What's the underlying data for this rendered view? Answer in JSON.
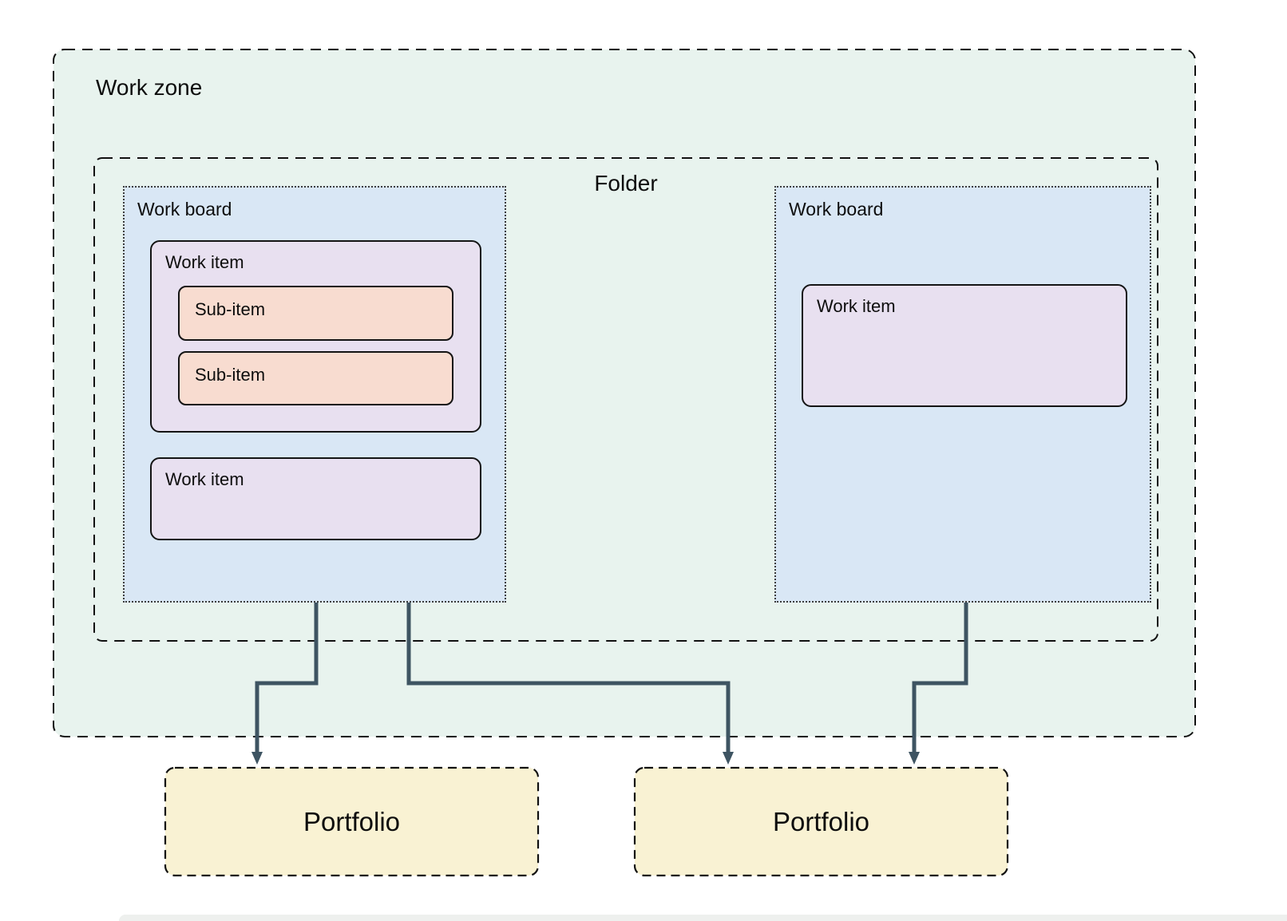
{
  "diagram": {
    "work_zone": {
      "label": "Work zone"
    },
    "folder": {
      "label": "Folder"
    },
    "boards": [
      {
        "label": "Work board",
        "items": [
          {
            "label": "Work item",
            "sub_items": [
              {
                "label": "Sub-item"
              },
              {
                "label": "Sub-item"
              }
            ]
          },
          {
            "label": "Work item",
            "sub_items": []
          }
        ]
      },
      {
        "label": "Work board",
        "items": [
          {
            "label": "Work item",
            "sub_items": []
          }
        ]
      }
    ],
    "portfolios": [
      {
        "label": "Portfolio"
      },
      {
        "label": "Portfolio"
      }
    ],
    "colors": {
      "work_zone_fill": "#e8f3ee",
      "work_board_fill": "#d9e7f5",
      "work_item_fill": "#e8e0f0",
      "sub_item_fill": "#f8dcd0",
      "portfolio_fill": "#f9f2d3",
      "connector": "#3e5462",
      "border": "#141414"
    }
  }
}
